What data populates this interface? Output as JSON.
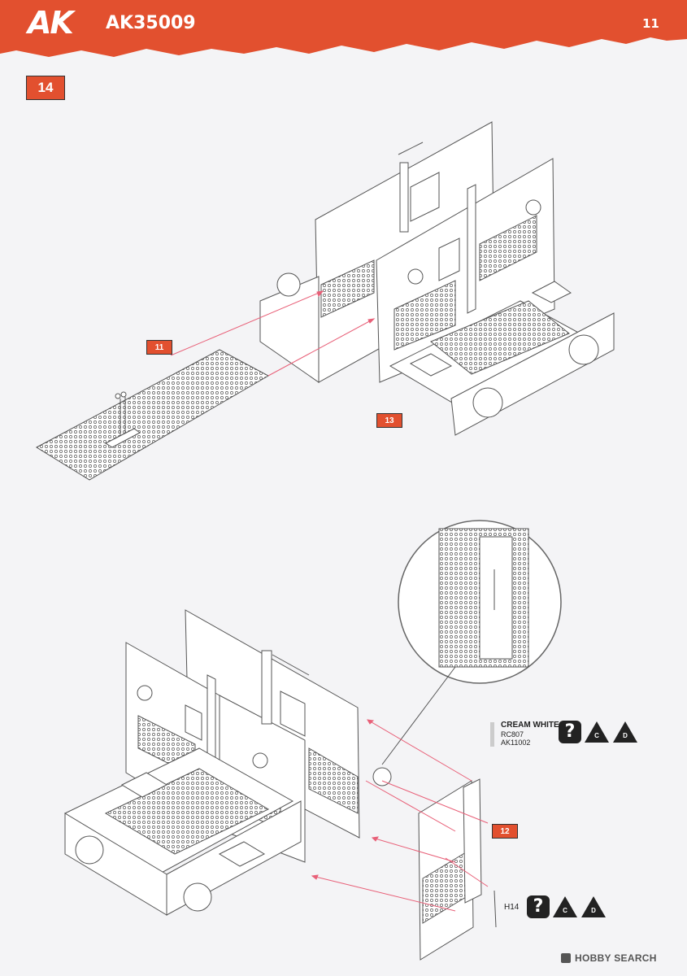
{
  "header": {
    "brand": "AK",
    "product_code": "AK35009",
    "page_number": "11",
    "color": "#e2502f"
  },
  "step_number": "14",
  "part_tags": {
    "tag_11": "11",
    "tag_13": "13",
    "tag_12": "12"
  },
  "paint": {
    "name": "CREAM WHITE",
    "code_rc": "RC807",
    "code_ak": "AK11002"
  },
  "markers": {
    "question": "?",
    "c": "C",
    "d": "D"
  },
  "part_label_h14": "H14",
  "footer": {
    "watermark": "HOBBY SEARCH"
  },
  "icons": [
    "question-icon",
    "triangle-c-icon",
    "triangle-d-icon",
    "hobbysearch-logo-icon"
  ]
}
